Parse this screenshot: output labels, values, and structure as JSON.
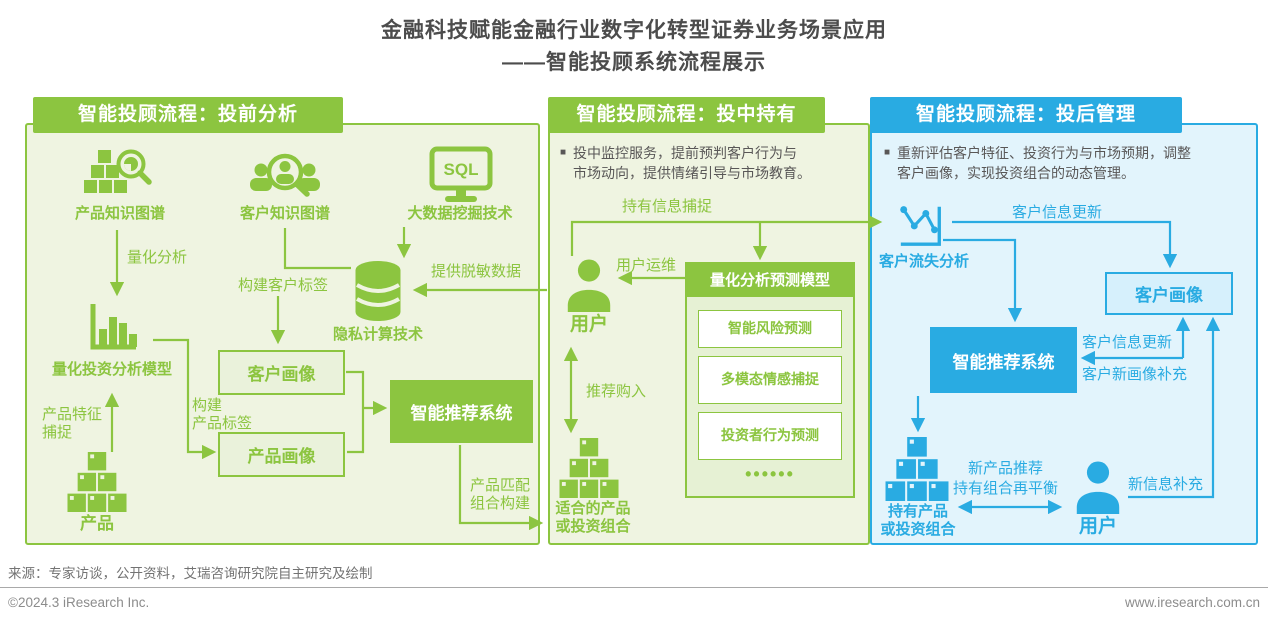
{
  "title": {
    "line1": "金融科技赋能金融行业数字化转型证券业务场景应用",
    "line2": "——智能投顾系统流程展示"
  },
  "colors": {
    "green": "#8CC540",
    "cyan": "#29ABE2"
  },
  "shared": {
    "bullet_marker": "■"
  },
  "pre": {
    "header": "智能投顾流程：投前分析",
    "product_kg": "产品知识图谱",
    "customer_kg": "客户知识图谱",
    "sql": "SQL",
    "bigdata": "大数据挖掘技术",
    "quant_label": "量化分析",
    "build_customer_tag": "构建客户标签",
    "privacy": "隐私计算技术",
    "desensitized": "提供脱敏数据",
    "quant_model": "量化投资分析模型",
    "customer_profile": "客户画像",
    "build_product_tag_1": "构建",
    "build_product_tag_2": "产品标签",
    "product_profile": "产品画像",
    "feature_capture_1": "产品特征",
    "feature_capture_2": "捕捉",
    "product": "产品",
    "recommender": "智能推荐系统",
    "match_1": "产品匹配",
    "match_2": "组合构建"
  },
  "mid": {
    "header": "智能投顾流程：投中持有",
    "bullet_1": "投中监控服务，提前预判客户行为与",
    "bullet_2": "市场动向，提供情绪引导与市场教育。",
    "holding_capture": "持有信息捕捉",
    "user_ops": "用户运维",
    "user": "用户",
    "model_title": "量化分析预测模型",
    "sub1": "智能风险预测",
    "sub2": "多模态情感捕捉",
    "sub3": "投资者行为预测",
    "dots": "••••••",
    "recommend_buy": "推荐购入",
    "suitable_1": "适合的产品",
    "suitable_2": "或投资组合"
  },
  "post": {
    "header": "智能投顾流程：投后管理",
    "bullet_1": "重新评估客户特征、投资行为与市场预期，调整",
    "bullet_2": "客户画像，实现投资组合的动态管理。",
    "churn": "客户流失分析",
    "info_update_top": "客户信息更新",
    "customer_profile": "客户画像",
    "recommender": "智能推荐系统",
    "info_update_mid": "客户信息更新",
    "new_profile": "客户新画像补充",
    "held_1": "持有产品",
    "held_2": "或投资组合",
    "new_reco": "新产品推荐",
    "rebalance": "持有组合再平衡",
    "user": "用户",
    "new_info": "新信息补充"
  },
  "footer": {
    "source": "来源：专家访谈，公开资料，艾瑞咨询研究院自主研究及绘制",
    "copyright": "©2024.3 iResearch Inc.",
    "website": "www.iresearch.com.cn"
  }
}
